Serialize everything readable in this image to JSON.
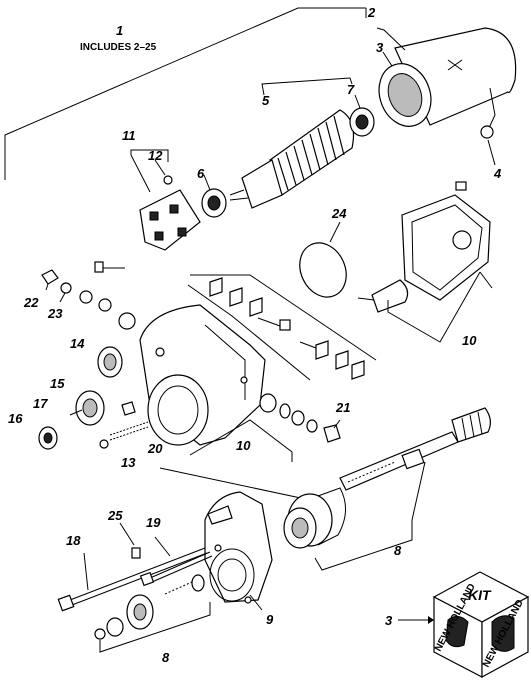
{
  "callouts": {
    "c1": "1",
    "c1_note": "INCLUDES 2–25",
    "c2": "2",
    "c3_top": "3",
    "c4": "4",
    "c5": "5",
    "c6": "6",
    "c7": "7",
    "c8_right": "8",
    "c8_bottom": "8",
    "c9": "9",
    "c10_right": "10",
    "c10_center": "10",
    "c11": "11",
    "c12": "12",
    "c13": "13",
    "c14": "14",
    "c15": "15",
    "c16": "16",
    "c17": "17",
    "c18": "18",
    "c19": "19",
    "c20": "20",
    "c21": "21",
    "c22": "22",
    "c23": "23",
    "c24": "24",
    "c25": "25",
    "c3_kit": "3"
  },
  "kit": {
    "label": "KIT",
    "brand_text": "NEW HOLLAND"
  }
}
